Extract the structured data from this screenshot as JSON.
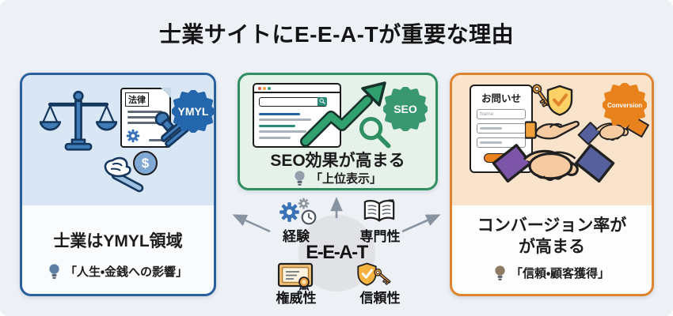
{
  "title": "士業サイトにE-E-A-Tが重要な理由",
  "colors": {
    "background": "#edf1f6",
    "ymyl_accent": "#2a5f9e",
    "seo_accent": "#2f8f63",
    "conversion_accent": "#e0832f",
    "badge_ymyl": "#2466ab",
    "badge_seo": "#39986f",
    "badge_conversion": "#e8821c",
    "arrow": "#8793a0",
    "hub_circle": "#e0e2e6"
  },
  "cards": {
    "ymyl": {
      "heading": "士業はYMYL領域",
      "note": "「人生・金銭への影響」",
      "badge": "YMYL",
      "document_label": "法律",
      "coin_symbol": "$",
      "icons": [
        "scales-of-justice-icon",
        "law-document-icon",
        "stamp-icon",
        "dollar-coin-icon",
        "gavel-icon",
        "lightbulb-icon"
      ]
    },
    "seo": {
      "heading": "SEO効果が高まる",
      "note": "「上位表示」",
      "badge": "SEO",
      "icons": [
        "browser-window-icon",
        "trend-up-arrow-icon",
        "magnifier-icon",
        "lightbulb-icon"
      ]
    },
    "conversion": {
      "heading_line1": "コンバージョン率が",
      "heading_line2": "が高まる",
      "note": "「信頼・顧客獲得」",
      "badge": "Conversion",
      "form": {
        "title": "お問いせ",
        "field_placeholder": "Name",
        "field_count": 3
      },
      "icons": [
        "contact-form-icon",
        "key-icon",
        "shield-check-icon",
        "open-hand-icon",
        "handshake-icon",
        "lightbulb-icon"
      ]
    }
  },
  "center": {
    "label": "E-E-A-T",
    "factors": [
      {
        "label": "経験",
        "icon": "gears-clock-icon",
        "position": "top-left"
      },
      {
        "label": "専門性",
        "icon": "open-book-icon",
        "position": "top-right"
      },
      {
        "label": "権威性",
        "icon": "certificate-icon",
        "position": "bottom-left"
      },
      {
        "label": "信頼性",
        "icon": "shield-key-icon",
        "position": "bottom-right"
      }
    ]
  }
}
